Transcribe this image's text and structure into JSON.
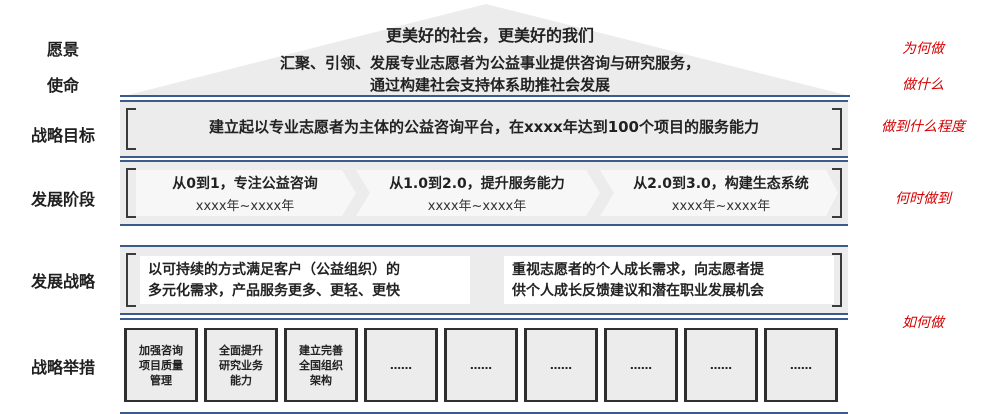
{
  "left_labels": {
    "vision": "愿景",
    "mission": "使命",
    "goal": "战略目标",
    "stage": "发展阶段",
    "strategy": "发展战略",
    "actions": "战略举措"
  },
  "right_labels": {
    "why": "为何做",
    "what": "做什么",
    "extent": "做到什么程度",
    "when": "何时做到",
    "how": "如何做"
  },
  "roof": {
    "vision_text": "更美好的社会，更美好的我们",
    "mission_line1": "汇聚、引领、发展专业志愿者为公益事业提供咨询与研究服务，",
    "mission_line2": "通过构建社会支持体系助推社会发展"
  },
  "goal_text": "建立起以专业志愿者为主体的公益咨询平台，在xxxx年达到100个项目的服务能力",
  "stages": [
    {
      "title": "从0到1，专注公益咨询",
      "period": "xxxx年~xxxx年"
    },
    {
      "title": "从1.0到2.0，提升服务能力",
      "period": "xxxx年~xxxx年"
    },
    {
      "title": "从2.0到3.0，构建生态系统",
      "period": "xxxx年~xxxx年"
    }
  ],
  "strategies": [
    {
      "line1": "以可持续的方式满足客户（公益组织）的",
      "line2": "多元化需求，产品服务更多、更轻、更快"
    },
    {
      "line1": "重视志愿者的个人成长需求，向志愿者提",
      "line2": "供个人成长反馈建议和潜在职业发展机会"
    }
  ],
  "actions": [
    {
      "l1": "加强咨询",
      "l2": "项目质量",
      "l3": "管理"
    },
    {
      "l1": "全面提升",
      "l2": "研究业务",
      "l3": "能力"
    },
    {
      "l1": "建立完善",
      "l2": "全国组织",
      "l3": "架构"
    },
    {
      "l1": "……",
      "l2": "",
      "l3": ""
    },
    {
      "l1": "……",
      "l2": "",
      "l3": ""
    },
    {
      "l1": "……",
      "l2": "",
      "l3": ""
    },
    {
      "l1": "……",
      "l2": "",
      "l3": ""
    },
    {
      "l1": "……",
      "l2": "",
      "l3": ""
    },
    {
      "l1": "……",
      "l2": "",
      "l3": ""
    }
  ],
  "colors": {
    "band_border": "#3a5b8c",
    "band_fill": "#ececec",
    "right_label": "#d40000",
    "stage_arrow": "#f7f7f7"
  }
}
